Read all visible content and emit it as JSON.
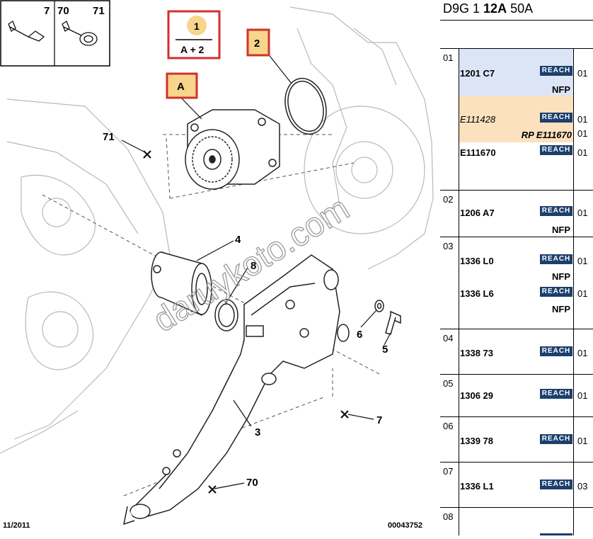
{
  "header": {
    "engine": "D9G 1",
    "engine_bold": "12A",
    "engine_suffix": "50A"
  },
  "legend": {
    "fastener_1": "7",
    "fastener_2": "70",
    "fastener_3": "71"
  },
  "callouts": {
    "box_1_top": "1",
    "box_1_bottom": "A + 2",
    "box_2": "2",
    "box_a": "A",
    "c71": "71",
    "c4": "4",
    "c8": "8",
    "c6": "6",
    "c5": "5",
    "c7": "7",
    "c3": "3",
    "c70": "70"
  },
  "watermark": "daruykoto.com",
  "footer": {
    "date": "11/2011",
    "ref": "00043752"
  },
  "badge_label": "REACH",
  "groups": [
    {
      "num": "01",
      "rows": [
        {
          "code": "1201 C7",
          "qty": "01",
          "note": "NFP"
        },
        {
          "code": "E111428",
          "qty": "01",
          "note": "RP E111670",
          "qty2": "01"
        },
        {
          "code": "E111670",
          "qty": "01"
        }
      ]
    },
    {
      "num": "02",
      "rows": [
        {
          "code": "1206 A7",
          "qty": "01",
          "note": "NFP"
        }
      ]
    },
    {
      "num": "03",
      "rows": [
        {
          "code": "1336 L0",
          "qty": "01",
          "note": "NFP"
        },
        {
          "code": "1336 L6",
          "qty": "01",
          "note": "NFP"
        }
      ]
    },
    {
      "num": "04",
      "rows": [
        {
          "code": "1338 73",
          "qty": "01"
        }
      ]
    },
    {
      "num": "05",
      "rows": [
        {
          "code": "1306 29",
          "qty": "01"
        }
      ]
    },
    {
      "num": "06",
      "rows": [
        {
          "code": "1339 78",
          "qty": "01"
        }
      ]
    },
    {
      "num": "07",
      "rows": [
        {
          "code": "1336 L1",
          "qty": "03"
        }
      ]
    },
    {
      "num": "08",
      "rows": []
    }
  ],
  "colors": {
    "highlight_blue": "#dbe5f6",
    "highlight_orange": "#fbe1bd",
    "badge": "#1c3f6e",
    "callout_red": "#d0312d",
    "callout_fill": "#f7d68c"
  }
}
